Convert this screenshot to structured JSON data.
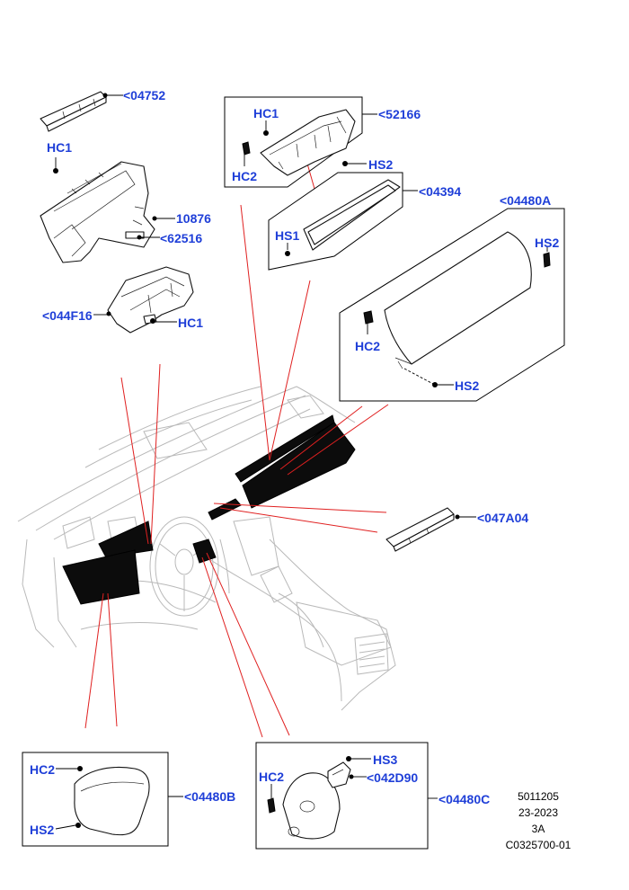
{
  "labels": {
    "l04752": "<04752",
    "l52166": "<52166",
    "l04394": "<04394",
    "l04480A": "<04480A",
    "l10876": "10876",
    "l62516": "<62516",
    "l044F16": "<044F16",
    "l047A04": "<047A04",
    "l04480B": "<04480B",
    "l04480C": "<04480C",
    "l042D90": "<042D90",
    "hc1_a": "HC1",
    "hc1_b": "HC1",
    "hc1_c": "HC1",
    "hc2_a": "HC2",
    "hc2_b": "HC2",
    "hc2_c": "HC2",
    "hc2_d": "HC2",
    "hs1": "HS1",
    "hs2_a": "HS2",
    "hs2_b": "HS2",
    "hs2_c": "HS2",
    "hs2_d": "HS2",
    "hs3": "HS3"
  },
  "info_block": {
    "line1": "5011205",
    "line2": "23-2023",
    "line3": "3A",
    "line4": "C0325700-01"
  },
  "colors": {
    "label": "#1f3fd8",
    "callout_line": "#e02020",
    "outline": "#111111",
    "body_outline": "#b9b9b9"
  }
}
